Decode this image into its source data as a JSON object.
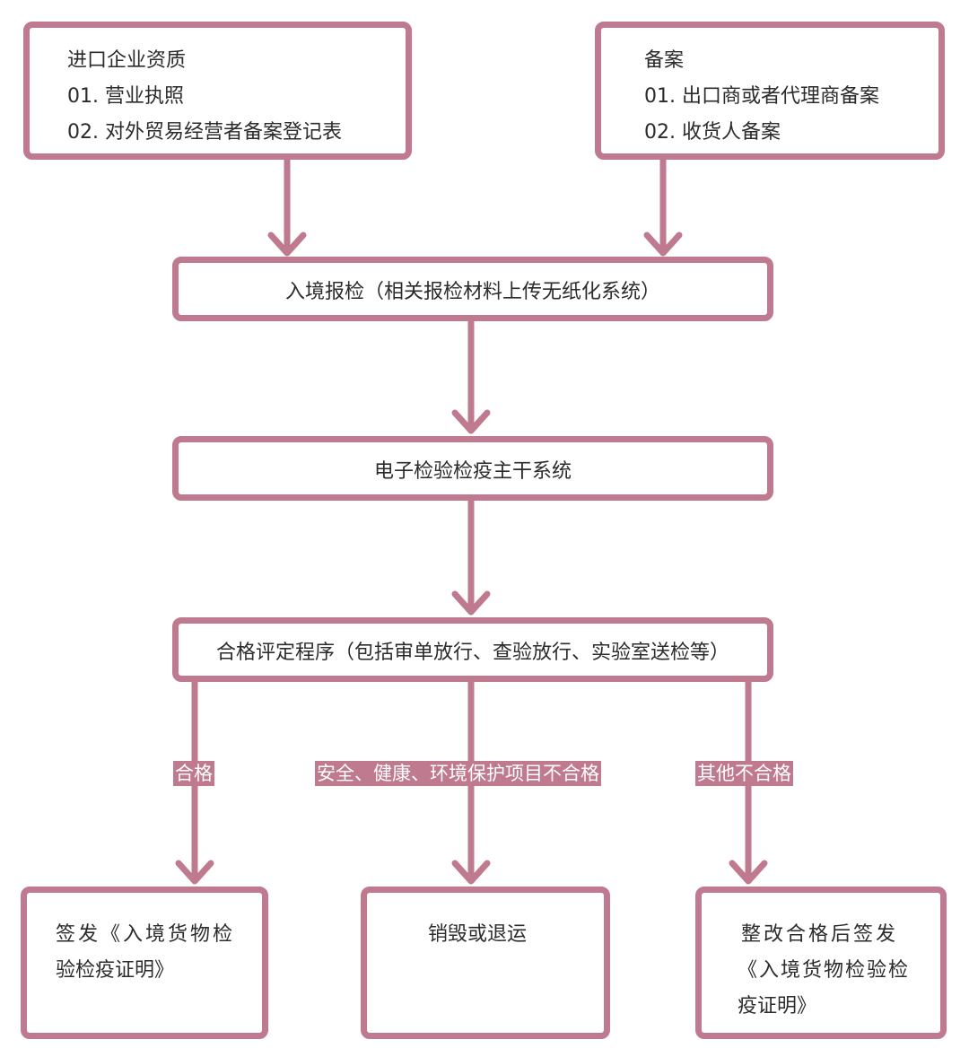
{
  "colors": {
    "accent": "#c07a8f",
    "text": "#2b2b2b",
    "background": "#ffffff"
  },
  "nodes": {
    "import_qualification": {
      "title": "进口企业资质",
      "items": [
        "01. 营业执照",
        "02. 对外贸易经营者备案登记表"
      ]
    },
    "filing": {
      "title": "备案",
      "items": [
        "01. 出口商或者代理商备案",
        "02. 收货人备案"
      ]
    },
    "entry_inspection": {
      "label": "入境报检（相关报检材料上传无纸化系统）"
    },
    "e_ciq_system": {
      "label": "电子检验检疫主干系统"
    },
    "conformity_assessment": {
      "label": "合格评定程序（包括审单放行、查验放行、实验室送检等）"
    },
    "issue_certificate": {
      "lines": [
        "签发《入境货物检",
        "验检疫证明》"
      ]
    },
    "destroy_or_return": {
      "label": "销毁或退运"
    },
    "rectify_then_issue": {
      "lines": [
        "整改合格后签发",
        "《入境货物检验检",
        "疫证明》"
      ]
    }
  },
  "edge_labels": {
    "qualified": "合格",
    "safety_unqualified": "安全、健康、环境保护项目不合格",
    "other_unqualified": "其他不合格"
  }
}
